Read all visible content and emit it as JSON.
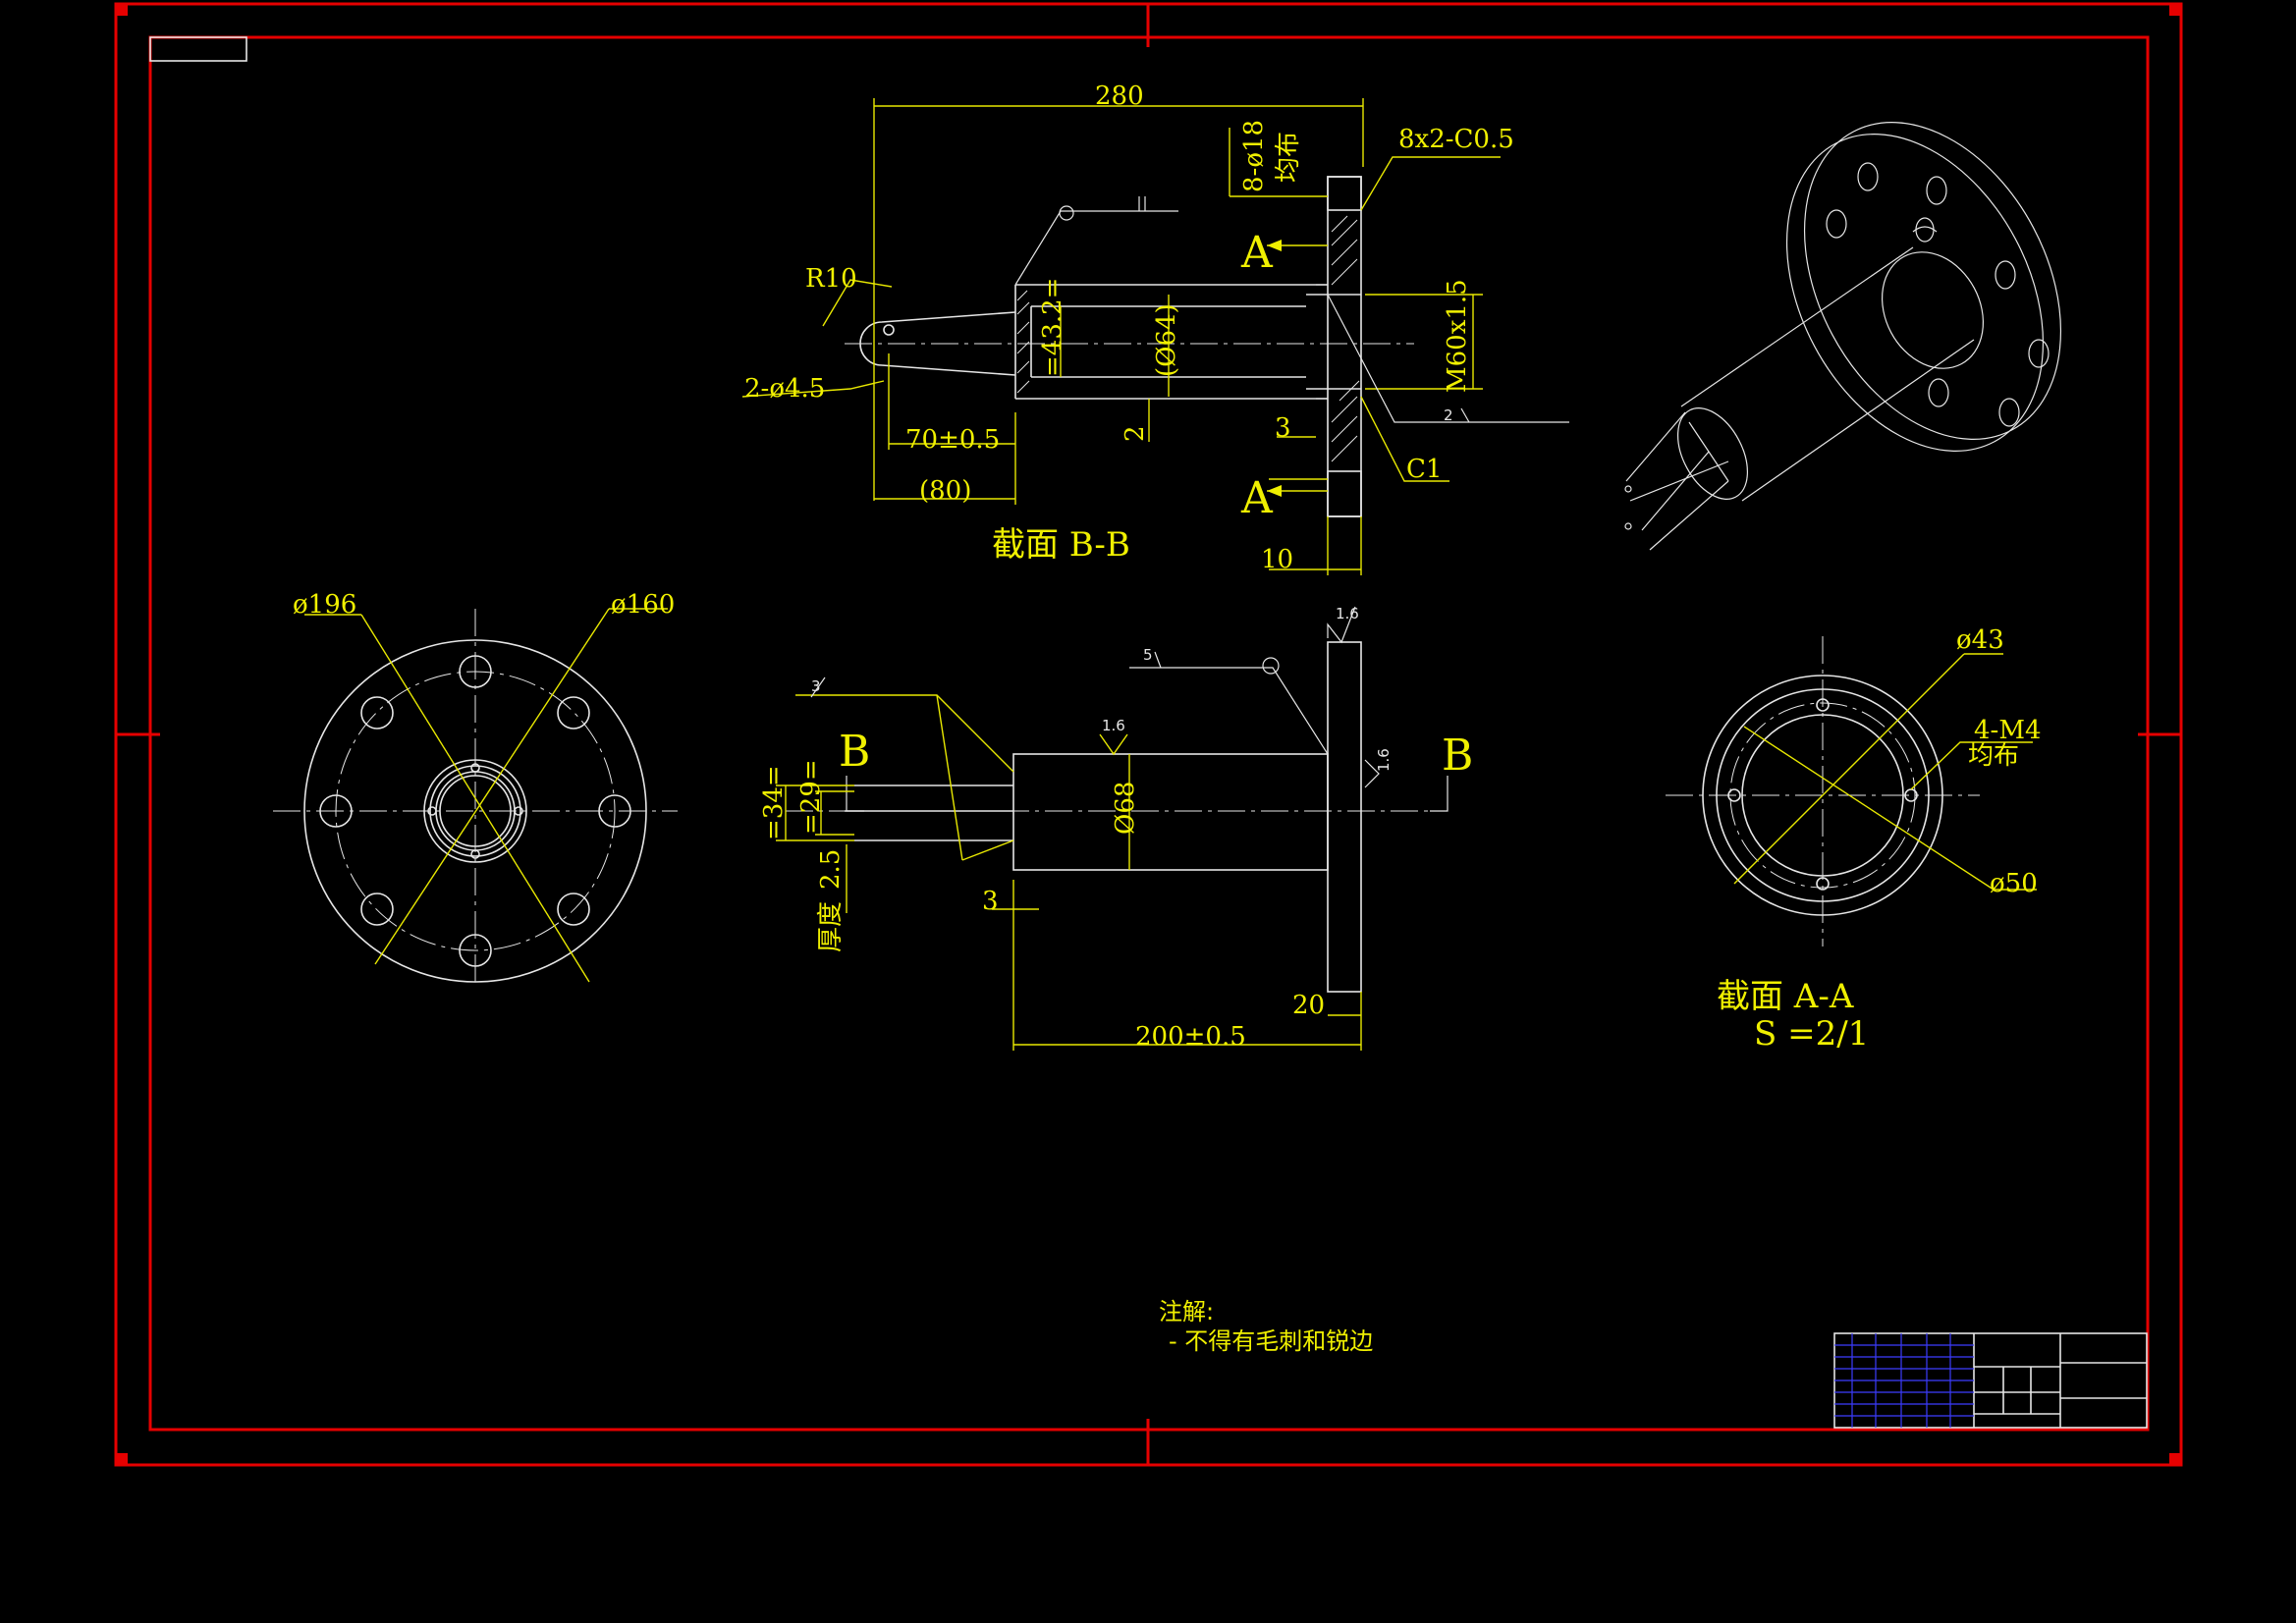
{
  "frame": {
    "border_color": "#e60000",
    "line_color": "#e6e6e6",
    "text_color": "#f0f000"
  },
  "section_bb": {
    "title": "截面 B-B",
    "dims": {
      "length": "280",
      "holes": "8-ø18",
      "holes_note": "均布",
      "chamfer": "8x2-C0.5",
      "radius": "R10",
      "pins": "2-ø4.5",
      "bore": "=43.2=",
      "outer": "(Ø64)",
      "thread": "M60x1.5",
      "pos": "70±0.5",
      "ref": "(80)",
      "wall": "2",
      "step": "3",
      "flange": "10",
      "edge": "C1",
      "rough": "2",
      "cut_a_top": "A",
      "cut_a_bottom": "A"
    }
  },
  "front_view": {
    "d_outer": "ø196",
    "d_pcd": "ø160"
  },
  "main_view": {
    "cut_b_left": "B",
    "cut_b_right": "B",
    "rough_top": "1.6",
    "rough_mid": "1.6",
    "rough_right": "1.6",
    "rough_5": "5",
    "rough_3": "3",
    "dia": "Ø68",
    "w34": "=34=",
    "w29": "=29=",
    "thick": "2.5",
    "thick_label": "厚度",
    "step": "3",
    "flange": "20",
    "length": "200±0.5"
  },
  "section_aa": {
    "title": "截面 A-A",
    "scale": "S =2/1",
    "d_inner": "ø43",
    "d_outer": "ø50",
    "holes": "4-M4",
    "holes_note": "均布"
  },
  "notes": {
    "heading": "注解:",
    "item": "- 不得有毛刺和锐边"
  }
}
